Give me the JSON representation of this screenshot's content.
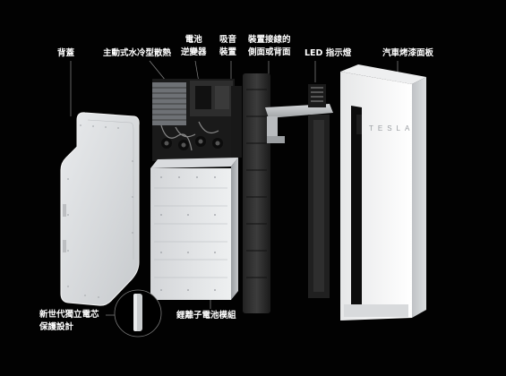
{
  "labels": {
    "back_cover": "背蓋",
    "active_cooling": "主動式水冷型散熱",
    "battery_line1": "電池",
    "battery_line2": "逆變器",
    "sound_line1": "吸音",
    "sound_line2": "裝置",
    "side_line1": "裝置接線的",
    "side_line2": "側面或背面",
    "led": "LED 指示燈",
    "paint_panel": "汽車烤漆面板",
    "chip_line1": "新世代獨立電芯",
    "chip_line2": "保護設計",
    "battery_module": "鋰離子電池模組"
  },
  "brand": {
    "logo_text": "TESLA"
  }
}
